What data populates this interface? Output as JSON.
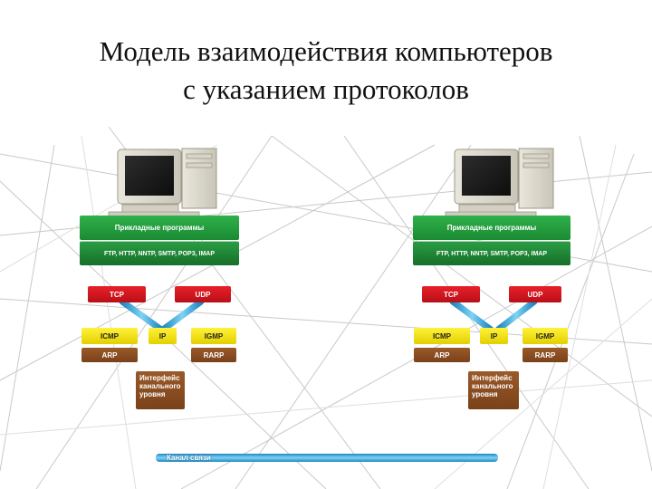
{
  "slide": {
    "title_line1": "Модель взаимодействия компьютеров",
    "title_line2": "с указанием протоколов"
  },
  "colors": {
    "app_green": "#26a03f",
    "transport_red": "#d5161f",
    "network_yellow": "#f5e31a",
    "link_brown": "#8a4d22",
    "pipe_blue": "#2aa4dc"
  },
  "stacks": [
    {
      "id": "left",
      "applications": "Прикладные программы",
      "app_protocols": "FTP, HTTP, NNTP, SMTP, POP3, IMAP",
      "tcp": "TCP",
      "udp": "UDP",
      "icmp": "ICMP",
      "ip": "IP",
      "igmp": "IGMP",
      "arp": "ARP",
      "rarp": "RARP",
      "interface_lines": [
        "Интерфейс",
        "канального",
        "уровня"
      ]
    },
    {
      "id": "right",
      "applications": "Прикладные программы",
      "app_protocols": "FTP, HTTP, NNTP, SMTP, POP3, IMAP",
      "tcp": "TCP",
      "udp": "UDP",
      "icmp": "ICMP",
      "ip": "IP",
      "igmp": "IGMP",
      "arp": "ARP",
      "rarp": "RARP",
      "interface_lines": [
        "Интерфейс",
        "канального",
        "уровня"
      ]
    }
  ],
  "link": {
    "label": "Канал связи"
  }
}
